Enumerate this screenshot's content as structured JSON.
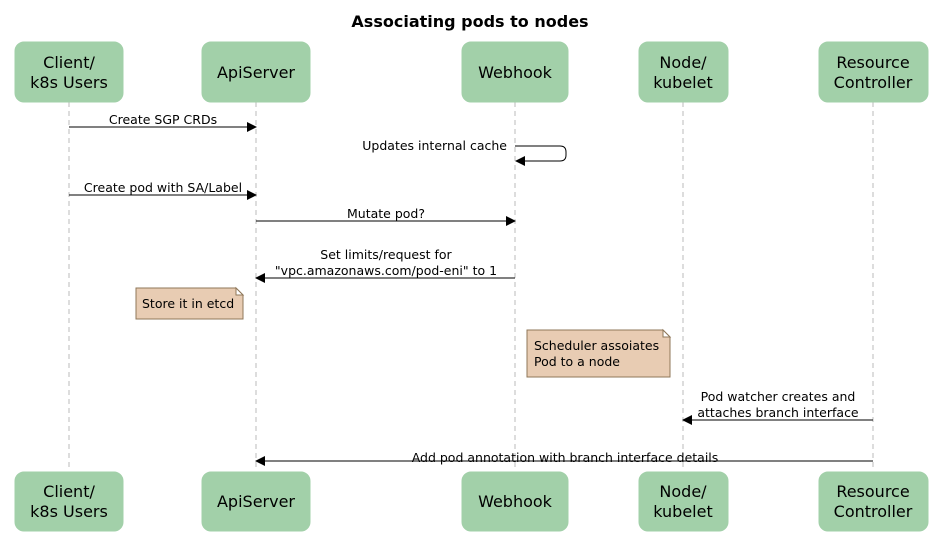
{
  "title": "Associating pods to nodes",
  "actors": {
    "client": [
      "Client/",
      "k8s Users"
    ],
    "apiserver": [
      "ApiServer"
    ],
    "webhook": [
      "Webhook"
    ],
    "node": [
      "Node/",
      "kubelet"
    ],
    "controller": [
      "Resource",
      "Controller"
    ]
  },
  "messages": {
    "m1": [
      "Create SGP CRDs"
    ],
    "m2": [
      "Updates internal cache"
    ],
    "m3": [
      "Create pod with SA/Label"
    ],
    "m4": [
      "Mutate pod?"
    ],
    "m5": [
      "Set limits/request for",
      "\"vpc.amazonaws.com/pod-eni\" to 1"
    ],
    "m6": [
      "Pod watcher creates and",
      "attaches branch interface"
    ],
    "m7": [
      "Add pod annotation with branch interface details"
    ]
  },
  "notes": {
    "n1": [
      "Store it in etcd"
    ],
    "n2": [
      "Scheduler assoiates",
      "Pod to a node"
    ]
  },
  "colors": {
    "actor_fill": "#a2d0a9",
    "note_fill": "#e8ccb3",
    "note_border": "#8f7759",
    "lifeline": "#bbbbbb"
  }
}
